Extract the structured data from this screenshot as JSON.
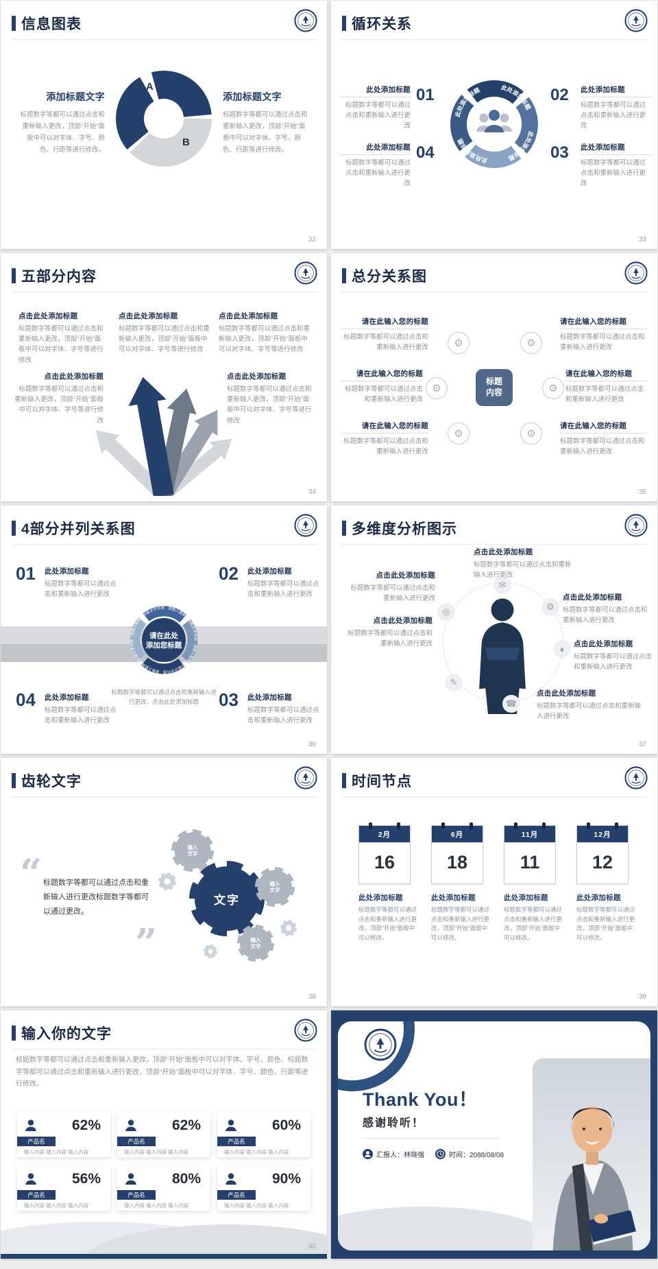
{
  "theme": {
    "navy": "#24406b",
    "navy_mid": "#3a5b8c",
    "navy_light": "#8aa3c4",
    "slate": "#52678a",
    "gray_text": "#8f959c",
    "gray_shape": "#c9cdd2",
    "page_bg": "#eceded"
  },
  "icons": {
    "gear": "⚙",
    "envelope": "✉",
    "diamond": "♦",
    "phone": "☎",
    "pencil": "✎",
    "target": "◎"
  },
  "slide32": {
    "title": "信息图表",
    "page": "32",
    "left": {
      "heading": "添加标题文字",
      "body": "标题数字等都可以通过点击和重新输入更改，顶部“开始”面板中可以对字体、字号、颜色、行距等进行修改。"
    },
    "right": {
      "heading": "添加标题文字",
      "body": "标题数字等都可以通过点击和重新输入更改，顶部“开始”面板中可以对字体、字号、颜色、行距等进行修改。"
    },
    "donut": {
      "label_a": "A",
      "label_b": "B"
    }
  },
  "slide33": {
    "title": "循环关系",
    "page": "33",
    "ring_labels": [
      "此处添加标题",
      "此处添加标题",
      "此处添加标题",
      "此处添加标题"
    ],
    "items": [
      {
        "num": "01",
        "heading": "此处添加标题",
        "body": "标题数字等都可以通过点击和重新输入进行更改"
      },
      {
        "num": "02",
        "heading": "此处添加标题",
        "body": "标题数字等都可以通过点击和重新输入进行更改"
      },
      {
        "num": "03",
        "heading": "此处添加标题",
        "body": "标题数字等都可以通过点击和重新输入进行更改"
      },
      {
        "num": "04",
        "heading": "此处添加标题",
        "body": "标题数字等都可以通过点击和重新输入进行更改"
      }
    ]
  },
  "slide34": {
    "title": "五部分内容",
    "page": "34",
    "blocks": [
      {
        "heading": "点击此处添加标题",
        "body": "标题数字等都可以通过点击和重新输入更改，顶部“开始”面板中可以对字体、字号等进行修改"
      },
      {
        "heading": "点击此处添加标题",
        "body": "标题数字等都可以通过点击和重新输入更改，顶部“开始”面板中可以对字体、字号等进行修改"
      },
      {
        "heading": "点击此处添加标题",
        "body": "标题数字等都可以通过点击和重新输入更改，顶部“开始”面板中可以对字体、字号等进行修改"
      },
      {
        "heading": "点击此处添加标题",
        "body": "标题数字等都可以通过点击和重新输入更改，顶部“开始”面板中可以对字体、字号等进行修改"
      },
      {
        "heading": "点击此处添加标题",
        "body": "标题数字等都可以通过点击和重新输入更改，顶部“开始”面板中可以对字体、字号等进行修改"
      }
    ]
  },
  "slide35": {
    "title": "总分关系图",
    "page": "35",
    "center_line1": "标题",
    "center_line2": "内容",
    "blocks": [
      {
        "heading": "请在此输入您的标题",
        "body": "标题数字等都可以通过点击和重新输入进行更改"
      },
      {
        "heading": "请在此输入您的标题",
        "body": "标题数字等都可以通过点击和重新输入进行更改"
      },
      {
        "heading": "请在此输入您的标题",
        "body": "标题数字等都可以通过点击和重新输入进行更改"
      },
      {
        "heading": "请在此输入您的标题",
        "body": "标题数字等都可以通过点击和重新输入进行更改"
      },
      {
        "heading": "请在此输入您的标题",
        "body": "标题数字等都可以通过点击和重新输入进行更改"
      },
      {
        "heading": "请在此输入您的标题",
        "body": "标题数字等都可以通过点击和重新输入进行更改"
      }
    ]
  },
  "slide36": {
    "title": "4部分并列关系图",
    "page": "36",
    "center_line1": "请在此处",
    "center_line2": "添加您标题",
    "arc_text": "请输入替换您标题文字内容",
    "center_note": "标题数字等都可以通过点击和重新输入进行更改，点击此处添加标题",
    "items": [
      {
        "num": "01",
        "heading": "此处添加标题",
        "body": "标题数字等都可以通过点击和重新输入进行更改"
      },
      {
        "num": "02",
        "heading": "此处添加标题",
        "body": "标题数字等都可以通过点击和重新输入进行更改"
      },
      {
        "num": "03",
        "heading": "此处添加标题",
        "body": "标题数字等都可以通过点击和重新输入进行更改"
      },
      {
        "num": "04",
        "heading": "此处添加标题",
        "body": "标题数字等都可以通过点击和重新输入进行更改"
      }
    ]
  },
  "slide37": {
    "title": "多维度分析图示",
    "page": "37",
    "blocks": [
      {
        "heading": "点击此处添加标题",
        "body": "标题数字等都可以通过点击和重新输入进行更改"
      },
      {
        "heading": "点击此处添加标题",
        "body": "标题数字等都可以通过点击和重新输入进行更改"
      },
      {
        "heading": "点击此处添加标题",
        "body": "标题数字等都可以通过点击和重新输入进行更改"
      },
      {
        "heading": "点击此处添加标题",
        "body": "标题数字等都可以通过点击和重新输入进行更改"
      },
      {
        "heading": "点击此处添加标题",
        "body": "标题数字等都可以通过点击和重新输入进行更改"
      },
      {
        "heading": "点击此处添加标题",
        "body": "标题数字等都可以通过点击和重新输入进行更改"
      }
    ]
  },
  "slide38": {
    "title": "齿轮文字",
    "page": "38",
    "quote_open": "“",
    "quote_close": "”",
    "quote": "标题数字等都可以通过点击和重新输入进行更改标题数字等都可以通过更改。",
    "gear_main": "文字",
    "gear_labels": [
      "输入文字",
      "输入文字",
      "输入文字"
    ]
  },
  "slide39": {
    "title": "时间节点",
    "page": "39",
    "events": [
      {
        "month": "2月",
        "day": "16",
        "heading": "此处添加标题",
        "body": "标题数字等都可以通过点击和重新输入进行更改，顶部“开始”面板中可以修改。"
      },
      {
        "month": "6月",
        "day": "18",
        "heading": "此处添加标题",
        "body": "标题数字等都可以通过点击和重新输入进行更改，顶部“开始”面板中可以修改。"
      },
      {
        "month": "11月",
        "day": "11",
        "heading": "此处添加标题",
        "body": "标题数字等都可以通过点击和重新输入进行更改，顶部“开始”面板中可以修改。"
      },
      {
        "month": "12月",
        "day": "12",
        "heading": "此处添加标题",
        "body": "标题数字等都可以通过点击和重新输入进行更改，顶部“开始”面板中可以修改。"
      }
    ]
  },
  "slide40": {
    "title": "输入你的文字",
    "page": "40",
    "paragraph": "标题数字等都可以通过点击和重新输入更改，顶部“开始”面板中可以对字体、字号、颜色、标题数字等都可以通过点击和重新输入进行更改，顶部“开始”面板中可以对字体、字号、颜色、行距等进行修改。",
    "cards": [
      {
        "value": "62%",
        "label": "产品名",
        "note": "输入内容 输入内容 输入内容"
      },
      {
        "value": "62%",
        "label": "产品名",
        "note": "输入内容 输入内容 输入内容"
      },
      {
        "value": "60%",
        "label": "产品名",
        "note": "输入内容 输入内容 输入内容"
      },
      {
        "value": "56%",
        "label": "产品名",
        "note": "输入内容 输入内容 输入内容"
      },
      {
        "value": "80%",
        "label": "产品名",
        "note": "输入内容 输入内容 输入内容"
      },
      {
        "value": "90%",
        "label": "产品名",
        "note": "输入内容 输入内容 输入内容"
      }
    ]
  },
  "slide41": {
    "title_en": "Thank You！",
    "title_cn": "感谢聆听！",
    "reporter": "汇报人：林晓强",
    "date": "时间：2088/08/08"
  }
}
